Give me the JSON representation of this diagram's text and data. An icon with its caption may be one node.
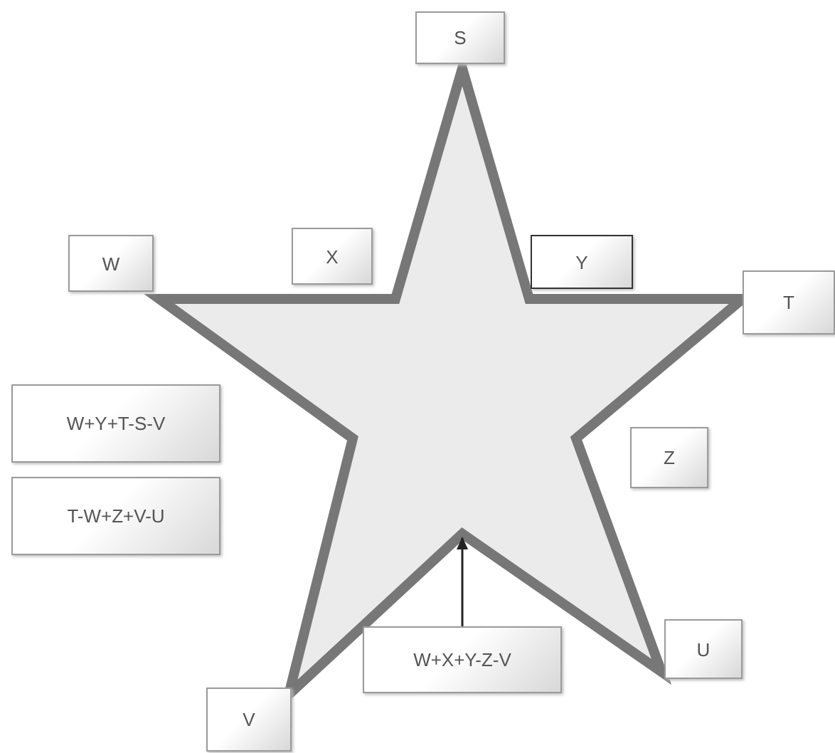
{
  "diagram": {
    "nodes": [
      {
        "text": [],
        "shape": "star"
      },
      {
        "text": [
          "S"
        ]
      },
      {
        "text": [
          "W"
        ]
      },
      {
        "text": [
          "X"
        ]
      },
      {
        "text": [
          "Y"
        ]
      },
      {
        "text": [
          "T"
        ]
      },
      {
        "text": [
          "W+Y+T-S-V"
        ]
      },
      {
        "text": [
          "Z"
        ]
      },
      {
        "text": [
          "T-W+Z+V-U"
        ]
      },
      {
        "text": [
          "W+X+Y-Z-V"
        ]
      },
      {
        "text": [
          "U"
        ]
      },
      {
        "text": [
          "V"
        ]
      }
    ],
    "edges": [
      {
        "from": 9,
        "to": 0,
        "arrow": "to"
      }
    ]
  }
}
